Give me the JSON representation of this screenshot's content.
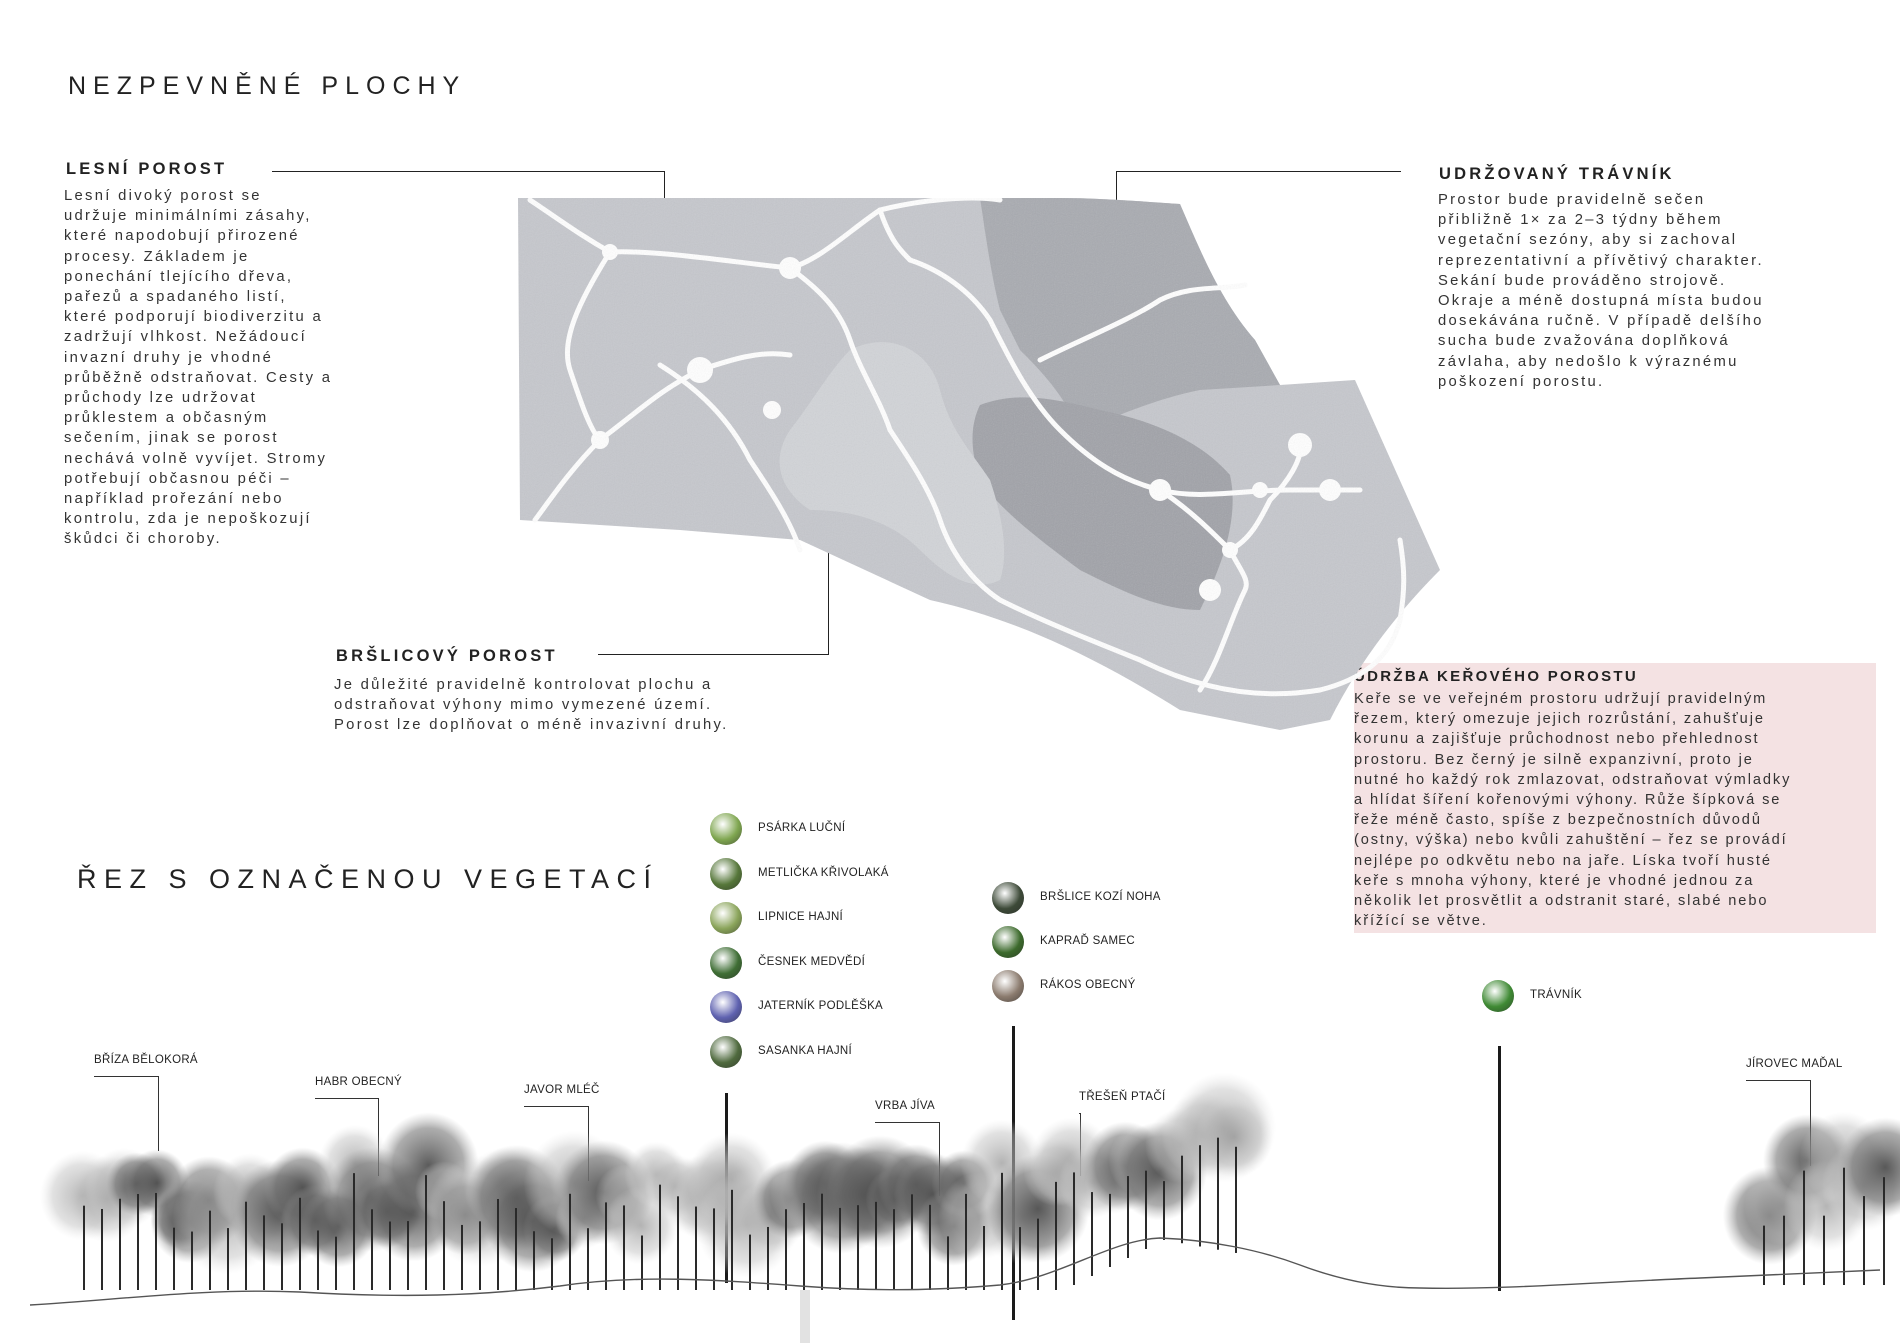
{
  "title_main": "NEZPEVNĚNÉ PLOCHY",
  "title_section": "ŘEZ S OZNAČENOU VEGETACÍ",
  "lesni": {
    "heading": "LESNÍ POROST",
    "lines": [
      "Lesní divoký porost se",
      "udržuje minimálními zásahy,",
      "které napodobují přirozené",
      "procesy. Základem je",
      "ponechání tlejícího dřeva,",
      "pařezů a spadaného listí,",
      "které podporují biodiverzitu a",
      "zadržují vlhkost. Nežádoucí",
      "invazní druhy je vhodné",
      "průběžně odstraňovat. Cesty a",
      "průchody lze udržovat",
      "průklestem a občasným",
      "sečením, jinak se porost",
      "nechává volně vyvíjet. Stromy",
      "potřebují občasnou péči –",
      "například prořezání nebo",
      "kontrolu, zda je nepoškozují",
      "škůdci či choroby."
    ]
  },
  "travnik": {
    "heading": "UDRŽOVANÝ TRÁVNÍK",
    "lines": [
      "Prostor bude pravidelně sečen",
      "přibližně 1× za 2–3 týdny během",
      "vegetační sezóny, aby si zachoval",
      "reprezentativní a přívětivý charakter.",
      "Sekání bude prováděno strojově.",
      "Okraje a méně dostupná místa budou",
      "dosekávána ručně. V případě delšího",
      "sucha bude zvažována doplňková",
      "závlaha, aby nedošlo k výraznému",
      "poškození porostu."
    ]
  },
  "brslice": {
    "heading": "BRŠLICOVÝ POROST",
    "lines": [
      "Je důležité pravidelně kontrolovat plochu a",
      "odstraňovat výhony mimo vymezené území.",
      "Porost lze doplňovat o méně invazivní druhy."
    ]
  },
  "udrzba": {
    "heading": "ÚDRŽBA KEŘOVÉHO POROSTU",
    "lines": [
      "Keře se ve veřejném prostoru udržují pravidelným",
      "řezem, který omezuje jejich rozrůstání, zahušťuje",
      "korunu a zajišťuje průchodnost nebo přehlednost",
      "prostoru. Bez černý je silně expanzivní, proto je",
      "nutné ho každý rok zmlazovat, odstraňovat výmladky",
      "a hlídat šíření kořenovými výhony. Růže šípková se",
      "řeže méně často, spíše z bezpečnostních důvodů",
      "(ostny, výška) nebo kvůli zahuštění – řez se provádí",
      "nejlépe po odkvětu nebo na jaře. Líska tvoří husté",
      "keře s mnoha výhony, které je vhodné jednou za",
      "několik let prosvětlit a odstranit staré, slabé nebo",
      "křížící se větve."
    ]
  },
  "legend_a": [
    {
      "label": "PSÁRKA LUČNÍ",
      "color": "#7fa650"
    },
    {
      "label": "METLIČKA KŘIVOLAKÁ",
      "color": "#56773a"
    },
    {
      "label": "LIPNICE HAJNÍ",
      "color": "#8aa45a"
    },
    {
      "label": "ČESNEK MEDVĚDÍ",
      "color": "#3f6e35"
    },
    {
      "label": "JATERNÍK PODLĚŠKA",
      "color": "#5f62b0"
    },
    {
      "label": "SASANKA HAJNÍ",
      "color": "#4f6a3e"
    }
  ],
  "legend_b": [
    {
      "label": "BRŠLICE KOZÍ NOHA",
      "color": "#3d4a38"
    },
    {
      "label": "KAPRAĎ SAMEC",
      "color": "#3c6a2c"
    },
    {
      "label": "RÁKOS OBECNÝ",
      "color": "#8b7b6e"
    }
  ],
  "legend_c": [
    {
      "label": "TRÁVNÍK",
      "color": "#3f8a34"
    }
  ],
  "trees": [
    {
      "label": "BŘÍZA BĚLOKORÁ"
    },
    {
      "label": "HABR OBECNÝ"
    },
    {
      "label": "JAVOR MLÉČ"
    },
    {
      "label": "VRBA JÍVA"
    },
    {
      "label": "TŘEŠEŇ PTAČÍ"
    },
    {
      "label": "JÍROVEC MAĎAL"
    }
  ],
  "colors": {
    "map_light": "#c9cbd0",
    "map_mid": "#b2b4ba",
    "map_dark": "#a3a5ab",
    "map_pale": "#d4d6da",
    "paths": "#ffffff",
    "highlight_box": "#f4e2e3"
  }
}
